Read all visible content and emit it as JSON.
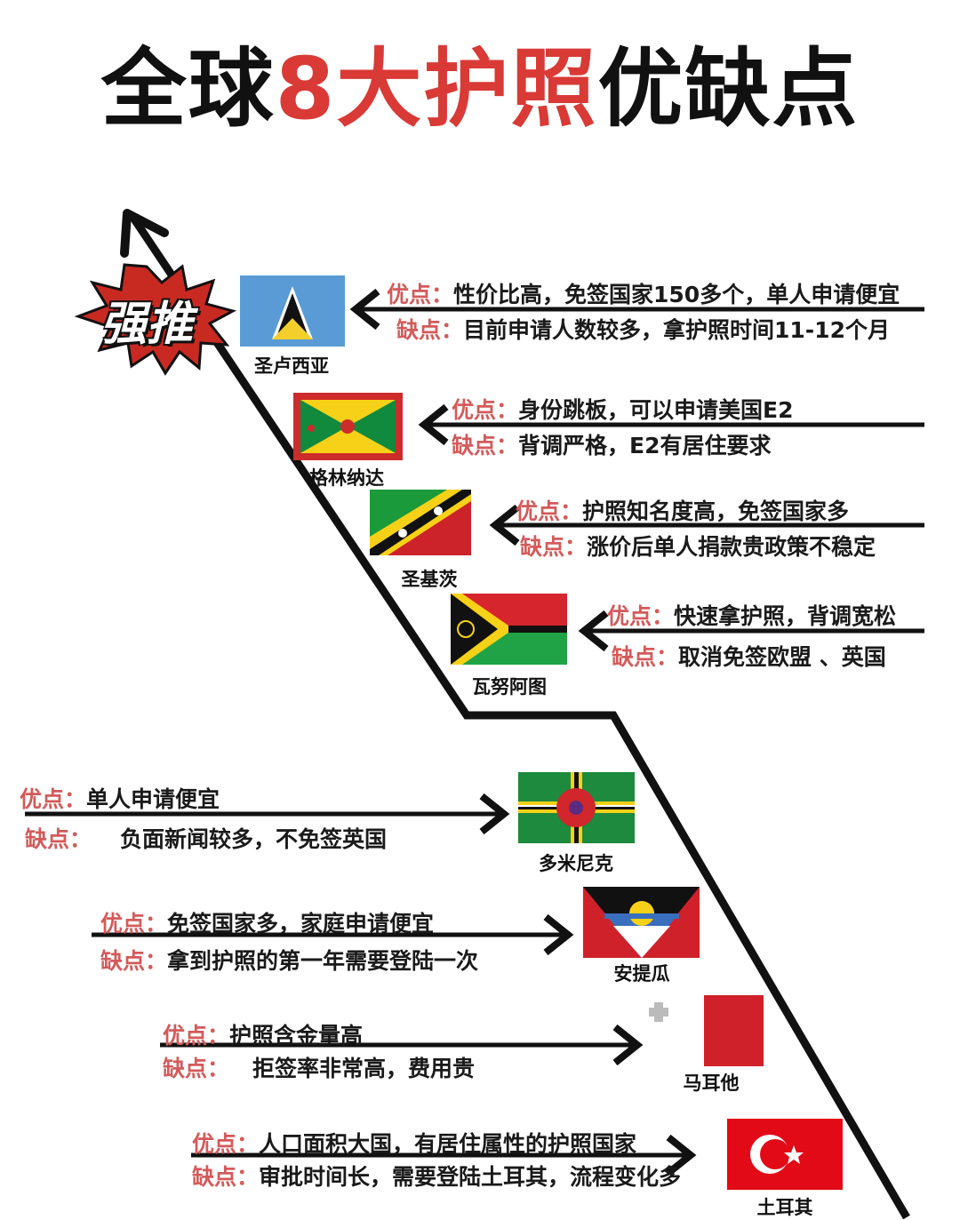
{
  "title": {
    "part1": "全球",
    "part2": "8大护照",
    "part3": "优缺点"
  },
  "badge": "强推",
  "colors": {
    "accent_red": "#d93a36",
    "key_red": "#d45a5a",
    "line": "#111111"
  },
  "entries": [
    {
      "country": "圣卢西亚",
      "pros_key": "优点：",
      "pros": "性价比高，免签国家150多个，单人申请便宜",
      "cons_key": "缺点：",
      "cons": "目前申请人数较多，拿护照时间11-12个月",
      "flag_icon": "saint-lucia-flag-icon"
    },
    {
      "country": "格林纳达",
      "pros_key": "优点：",
      "pros": "身份跳板，可以申请美国E2",
      "cons_key": "缺点：",
      "cons": "背调严格，E2有居住要求",
      "flag_icon": "grenada-flag-icon"
    },
    {
      "country": "圣基茨",
      "pros_key": "优点：",
      "pros": "护照知名度高，免签国家多",
      "cons_key": "缺点：",
      "cons": "涨价后单人捐款贵政策不稳定",
      "flag_icon": "saint-kitts-flag-icon"
    },
    {
      "country": "瓦努阿图",
      "pros_key": "优点：",
      "pros": "快速拿护照，背调宽松",
      "cons_key": "缺点：",
      "cons": "取消免签欧盟 、英国",
      "flag_icon": "vanuatu-flag-icon"
    },
    {
      "country": "多米尼克",
      "pros_key": "优点：",
      "pros": "单人申请便宜",
      "cons_key": "缺点：",
      "cons": "负面新闻较多，不免签英国",
      "flag_icon": "dominica-flag-icon"
    },
    {
      "country": "安提瓜",
      "pros_key": "优点：",
      "pros": "免签国家多，家庭申请便宜",
      "cons_key": "缺点：",
      "cons": "拿到护照的第一年需要登陆一次",
      "flag_icon": "antigua-flag-icon"
    },
    {
      "country": "马耳他",
      "pros_key": "优点：",
      "pros": "护照含金量高",
      "cons_key": "缺点：",
      "cons": "拒签率非常高，费用贵",
      "flag_icon": "malta-flag-icon"
    },
    {
      "country": "土耳其",
      "pros_key": "优点：",
      "pros": "人口面积大国，有居住属性的护照国家",
      "cons_key": "缺点：",
      "cons": "审批时间长，需要登陆土耳其，流程变化多",
      "flag_icon": "turkey-flag-icon"
    }
  ]
}
